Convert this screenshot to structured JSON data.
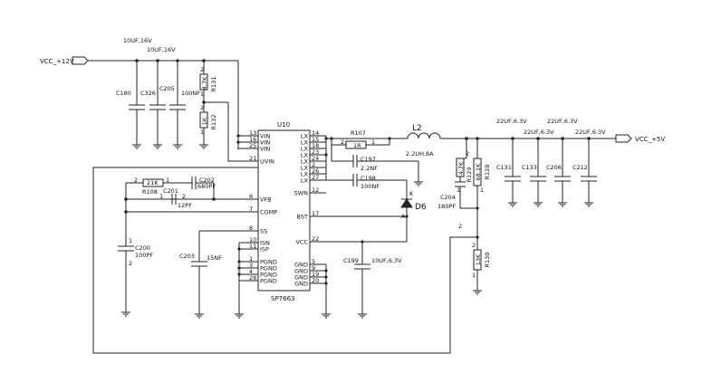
{
  "nets": {
    "vcc_in": "VCC_+12V",
    "vcc_out": "VCC_+5V"
  },
  "ic": {
    "refdes": "U10",
    "part": "SP7663",
    "pins_left": [
      {
        "num": "13",
        "name": "VIN"
      },
      {
        "num": "16",
        "name": "VIN"
      },
      {
        "num": "25",
        "name": "VIN"
      },
      {
        "num": "21",
        "name": "UVIN"
      },
      {
        "num": "6",
        "name": "VFB"
      },
      {
        "num": "7",
        "name": "COMP"
      },
      {
        "num": "8",
        "name": "SS"
      },
      {
        "num": "10",
        "name": "ISN"
      },
      {
        "num": "11",
        "name": "ISP"
      },
      {
        "num": "1",
        "name": "PGND"
      },
      {
        "num": "3",
        "name": "PGND"
      },
      {
        "num": "4",
        "name": "PGND"
      },
      {
        "num": "28",
        "name": "PGND"
      }
    ],
    "pins_right": [
      {
        "num": "14",
        "name": "LX"
      },
      {
        "num": "15",
        "name": "LX"
      },
      {
        "num": "18",
        "name": "LX"
      },
      {
        "num": "23",
        "name": "LX"
      },
      {
        "num": "24",
        "name": "LX"
      },
      {
        "num": "2",
        "name": "LX"
      },
      {
        "num": "26",
        "name": "LX"
      },
      {
        "num": "27",
        "name": "LX"
      },
      {
        "num": "12",
        "name": "SWN"
      },
      {
        "num": "17",
        "name": "BST"
      },
      {
        "num": "22",
        "name": "VCC"
      },
      {
        "num": "5",
        "name": "GND"
      },
      {
        "num": "9",
        "name": "GND"
      },
      {
        "num": "19",
        "name": "GND"
      },
      {
        "num": "20",
        "name": "GND"
      }
    ]
  },
  "components": {
    "c180": {
      "ref": "C180",
      "value": "10UF,16V"
    },
    "c326": {
      "ref": "C326",
      "value": "10UF,16V"
    },
    "c205": {
      "ref": "C205",
      "value": "100NF"
    },
    "r131": {
      "ref": "R131",
      "value": "4.7K",
      "p1": "2",
      "p2": "1"
    },
    "r132": {
      "ref": "R132",
      "value": "1K",
      "p1": "2",
      "p2": "1"
    },
    "r108": {
      "ref": "R108",
      "value": "21K",
      "p1": "2",
      "p2": "1"
    },
    "c202": {
      "ref": "C202",
      "value": "680PF"
    },
    "c201": {
      "ref": "C201",
      "value": "12PF",
      "p1": "1",
      "p2": "2"
    },
    "c200": {
      "ref": "C200",
      "value": "100PF",
      "p1": "1",
      "p2": "2"
    },
    "c203": {
      "ref": "C203",
      "value": "15NF"
    },
    "r107": {
      "ref": "R107",
      "value": "1R",
      "p1": "2",
      "p2": "1"
    },
    "c197": {
      "ref": "C197",
      "value": "2.2NF"
    },
    "c198": {
      "ref": "C198",
      "value": "100NF"
    },
    "l2": {
      "ref": "L2",
      "value": "2.2UH,8A"
    },
    "d6": {
      "ref": "D6",
      "k": "K",
      "a": "A"
    },
    "c199": {
      "ref": "C199",
      "value": "10UF,6.3V"
    },
    "c204": {
      "ref": "C204",
      "value": "180PF",
      "p1": "2"
    },
    "r129": {
      "ref": "R129",
      "value": "4.7K",
      "p1": "2",
      "p2": "1"
    },
    "r128": {
      "ref": "R128",
      "value": "68.1K",
      "p2": "1"
    },
    "r130": {
      "ref": "R130",
      "value": "13K",
      "p1": "2",
      "p2": "1"
    },
    "c131": {
      "ref": "C131"
    },
    "c133": {
      "ref": "C133",
      "value": "22UF,6.3V"
    },
    "c206": {
      "ref": "C206",
      "value": "22UF,6.3V"
    },
    "c212": {
      "ref": "C212",
      "value": "22UF,6.3V"
    },
    "c131_value": "22UF,6.3V"
  }
}
